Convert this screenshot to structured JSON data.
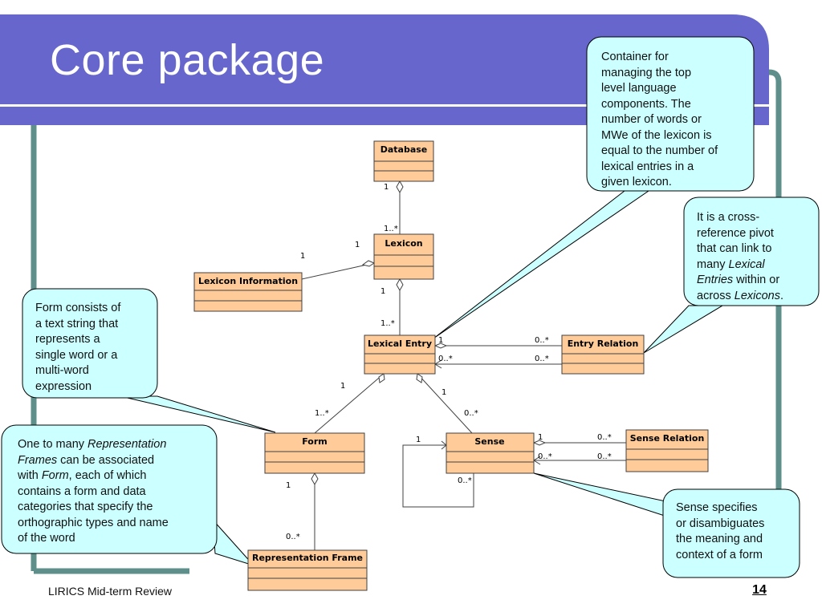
{
  "slide": {
    "title": "Core package",
    "footer": "LIRICS Mid-term Review",
    "page_number": "14"
  },
  "classes": {
    "database": "Database",
    "lexicon": "Lexicon",
    "lexicon_information": "Lexicon Information",
    "lexical_entry": "Lexical Entry",
    "entry_relation": "Entry Relation",
    "form": "Form",
    "sense": "Sense",
    "sense_relation": "Sense Relation",
    "representation_frame": "Representation Frame"
  },
  "multiplicities": {
    "db_lexicon_top": "1",
    "db_lexicon_bottom": "1..*",
    "lexinfo_left": "1",
    "lexinfo_right": "1",
    "lexicon_entry_top": "1",
    "lexicon_entry_bottom": "1..*",
    "entryrel_1_left": "1",
    "entryrel_1_right": "0..*",
    "entryrel_2_left": "0..*",
    "entryrel_2_right": "0..*",
    "entry_form_top": "1",
    "entry_form_bottom": "1..*",
    "entry_sense_top": "1",
    "entry_sense_bottom": "0..*",
    "sense_self_top": "1",
    "sense_self_bottom": "0..*",
    "senserel_1_left": "1",
    "senserel_1_right": "0..*",
    "senserel_2_left": "0..*",
    "senserel_2_right": "0..*",
    "form_rep_top": "1",
    "form_rep_bottom": "0..*"
  },
  "callouts": {
    "container": [
      "Container for",
      "managing the top",
      "level language",
      "components. The",
      "number of words or",
      "MWe of the lexicon is",
      "equal to the number of",
      "lexical entries in a",
      "given lexicon."
    ],
    "pivot": {
      "l1": "It is a cross-",
      "l2": "reference pivot",
      "l3": "that can link to",
      "l4_a": "many ",
      "l4_b": "Lexical",
      "l5_a": "Entries",
      "l5_b": " within or",
      "l6_a": "across ",
      "l6_b": "Lexicons",
      "l6_c": "."
    },
    "form": [
      "Form consists of",
      "a text string that",
      "represents a",
      "single word or a",
      "multi-word",
      "expression"
    ],
    "representation": {
      "l1_a": "One to many ",
      "l1_b": "Representation",
      "l2_a": "Frames",
      "l2_b": " can be associated",
      "l3_a": "with ",
      "l3_b": "Form",
      "l3_c": ", each of which",
      "l4": "contains a form and data",
      "l5": "categories that specify the",
      "l6": "orthographic types and name",
      "l7": "of the word"
    },
    "sense": [
      "Sense specifies",
      "or disambiguates",
      "the meaning and",
      "context of a form"
    ]
  },
  "colors": {
    "header_bar": "#6666cc",
    "frame": "#5f8f8a",
    "class_fill": "#ffcc99",
    "callout_fill": "#ccffff"
  }
}
